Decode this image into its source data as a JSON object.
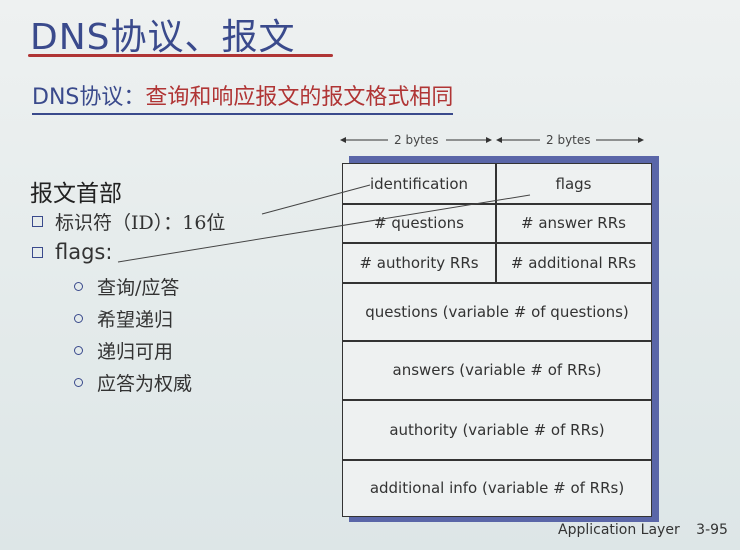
{
  "title": "DNS协议、报文",
  "subtitle": {
    "lead": "DNS协议：",
    "rest": "查询和响应报文的报文格式相同"
  },
  "header_label": "报文首部",
  "bullets": [
    "标识符（ID）：16位",
    "flags:"
  ],
  "flag_items": [
    "查询/应答",
    "希望递归",
    "递归可用",
    "应答为权威"
  ],
  "bytes_label": "2 bytes",
  "table": {
    "row1": [
      "identification",
      "flags"
    ],
    "row2": [
      "# questions",
      "# answer RRs"
    ],
    "row3": [
      "# authority RRs",
      "# additional RRs"
    ],
    "sections": [
      "questions (variable # of questions)",
      "answers (variable # of RRs)",
      "authority (variable # of RRs)",
      "additional info (variable # of RRs)"
    ]
  },
  "footer": {
    "label": "Application Layer",
    "page": "3-95"
  },
  "colors": {
    "title": "#3a4a8c",
    "accent": "#b03535",
    "table_shadow": "#5a66a8"
  }
}
